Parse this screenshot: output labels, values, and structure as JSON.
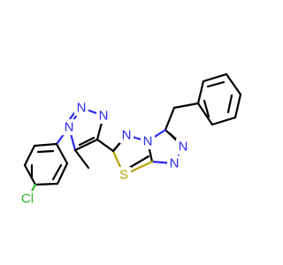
{
  "structure": {
    "colors": {
      "carbon": "#000000",
      "nitrogen": "#2a2af5",
      "sulfur": "#b3a300",
      "chlorine": "#2fb52f",
      "background": "#ffffff"
    },
    "atom_labels": {
      "triazole_n1": "N",
      "triazole_n2": "N",
      "triazole_n3": "N",
      "methyl": "",
      "thiadiazole_n_left": "N",
      "thiadiazole_n_bridge": "N",
      "thiadiazole_s": "S",
      "fused_triazole_n_top": "N",
      "fused_triazole_n_bottom": "N",
      "chlorine": "Cl"
    }
  }
}
